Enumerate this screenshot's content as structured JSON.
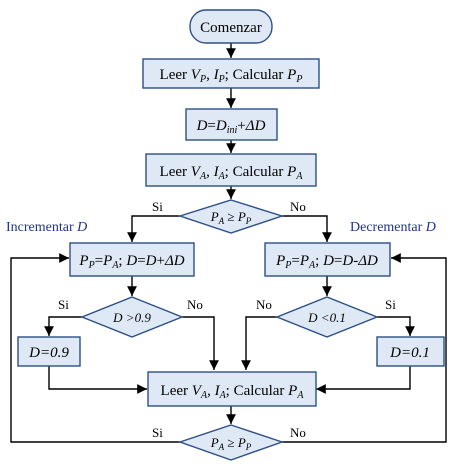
{
  "diagram": {
    "colors": {
      "node_fill": "#dfe8f5",
      "node_stroke": "#2b4f86",
      "edge": "#000000",
      "side_text": "#22338a"
    },
    "nodes": {
      "start": {
        "text": "Comenzar"
      },
      "read1": {
        "pre": "Leer ",
        "v": "V",
        "vsub": "P",
        "comma": ", ",
        "i": "I",
        "isub": "P",
        "mid": "; Calcular ",
        "p": "P",
        "psub": "P"
      },
      "init": {
        "d1": "D",
        "eq": "=",
        "d2": "D",
        "d2sub": "ini",
        "plus": "+",
        "delta": "ΔD"
      },
      "read2": {
        "pre": "Leer ",
        "v": "V",
        "vsub": "A",
        "comma": ", ",
        "i": "I",
        "isub": "A",
        "mid": "; Calcular ",
        "p": "P",
        "psub": "A"
      },
      "cond1": {
        "l": "P",
        "lsub": "A",
        "op": " ≥ ",
        "r": "P",
        "rsub": "P"
      },
      "incL": {
        "a": "P",
        "asub": "P",
        "eq1": "=",
        "b": "P",
        "bsub": "A",
        "sep": "; ",
        "c": "D",
        "eq2": "=",
        "d": "D",
        "op": "+",
        "e": "ΔD"
      },
      "decR": {
        "a": "P",
        "asub": "P",
        "eq1": "=",
        "b": "P",
        "bsub": "A",
        "sep": "; ",
        "c": "D",
        "eq2": "=",
        "d": "D",
        "op": "-",
        "e": "ΔD"
      },
      "condL": {
        "text": "D >0.9"
      },
      "condR": {
        "text": "D <0.1"
      },
      "setL": {
        "text": "D=0.9"
      },
      "setR": {
        "text": "D=0.1"
      },
      "read3": {
        "pre": "Leer ",
        "v": "V",
        "vsub": "A",
        "comma": ", ",
        "i": "I",
        "isub": "A",
        "mid": "; Calcular ",
        "p": "P",
        "psub": "A"
      },
      "cond2": {
        "l": "P",
        "lsub": "A",
        "op": " ≥ ",
        "r": "P",
        "rsub": "P"
      }
    },
    "side_labels": {
      "inc": {
        "text": "Incrementar ",
        "var": "D"
      },
      "dec": {
        "text": "Decrementar ",
        "var": "D"
      }
    },
    "edge_labels": {
      "cond1_yes": "Si",
      "cond1_no": "No",
      "condL_yes": "Si",
      "condL_no": "No",
      "condR_no": "No",
      "condR_yes": "Si",
      "cond2_yes": "Si",
      "cond2_no": "No"
    }
  }
}
